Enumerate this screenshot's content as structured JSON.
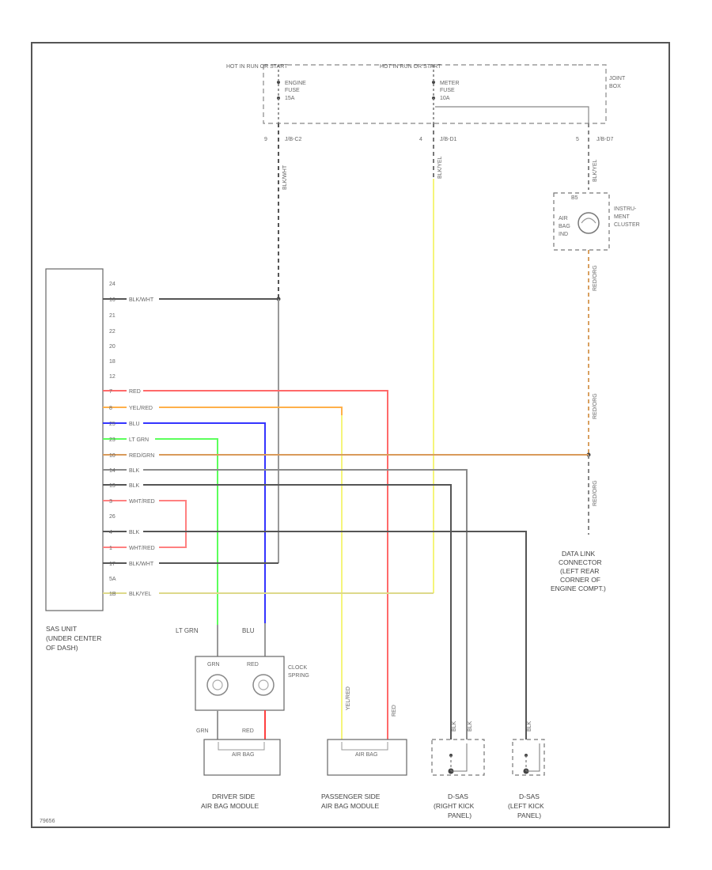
{
  "hot_labels": {
    "left": "HOT IN RUN OR START",
    "right": "HOT IN RUN OR START"
  },
  "fuses": {
    "engine": {
      "line1": "ENGINE",
      "line2": "FUSE",
      "line3": "15A"
    },
    "meter": {
      "line1": "METER",
      "line2": "FUSE",
      "line3": "10A"
    }
  },
  "joint_box": {
    "line1": "JOINT",
    "line2": "BOX"
  },
  "connectors_top": [
    {
      "pin": "9",
      "id": "J/B-C2"
    },
    {
      "pin": "4",
      "id": "J/B-D1"
    },
    {
      "pin": "5",
      "id": "J/B-D7"
    }
  ],
  "wire_tags_vertical": {
    "black": "BLK/WHT",
    "yellow": "BLK/YEL",
    "cluster_top": "BLK/YEL",
    "cluster_bottom": "RED/ORG",
    "dlc_upper": "RED/ORG",
    "dlc_lower": "RED/ORG",
    "lt_grn_mid": "LT GRN",
    "blu_mid": "BLU",
    "yel_red": "YEL/RED",
    "red": "RED"
  },
  "instrument_cluster": {
    "pin": "B5",
    "indicator": {
      "line1": "AIR",
      "line2": "BAG",
      "line3": "IND"
    },
    "label": {
      "line1": "INSTRU-",
      "line2": "MENT",
      "line3": "CLUSTER"
    }
  },
  "sas_unit": {
    "pins": [
      "24",
      "16",
      "21",
      "22",
      "20",
      "18",
      "12",
      "7",
      "8",
      "25",
      "23",
      "10",
      "14",
      "13",
      "3",
      "26",
      "4",
      "1",
      "17",
      "5A",
      "1B"
    ],
    "wires": [
      "",
      "BLK/WHT",
      "",
      "",
      "",
      "",
      "",
      "RED",
      "YEL/RED",
      "BLU",
      "LT GRN",
      "RED/GRN",
      "BLK",
      "BLK",
      "WHT/RED",
      "",
      "BLK",
      "WHT/RED",
      "BLK/WHT",
      "",
      "BLK/YEL"
    ],
    "label": {
      "line1": "SAS UNIT",
      "line2": "(UNDER CENTER",
      "line3": "OF DASH)"
    }
  },
  "clock_spring": {
    "label": {
      "line1": "CLOCK",
      "line2": "SPRING"
    },
    "top_left": "LT GRN",
    "top_right": "BLU",
    "inner_left": "GRN",
    "inner_right": "RED",
    "bottom_left": "GRN",
    "bottom_right": "RED"
  },
  "modules": {
    "driver": {
      "inner": "AIR BAG",
      "line1": "DRIVER SIDE",
      "line2": "AIR BAG MODULE"
    },
    "passenger": {
      "inner": "AIR BAG",
      "line1": "PASSENGER SIDE",
      "line2": "AIR BAG MODULE"
    }
  },
  "sensors": {
    "right": {
      "line1": "D-SAS",
      "line2": "(RIGHT KICK",
      "line3": "PANEL)",
      "w1": "BLK",
      "w2": "BLK"
    },
    "left": {
      "line1": "D-SAS",
      "line2": "(LEFT KICK",
      "line3": "PANEL)",
      "w1": "BLK"
    }
  },
  "data_link": {
    "line1": "DATA LINK",
    "line2": "CONNECTOR",
    "line3": "(LEFT REAR",
    "line4": "CORNER OF",
    "line5": "ENGINE COMPT.)"
  },
  "corner_code": "79656",
  "colors": {
    "red": "#ff6a6a",
    "orange": "#ffb04a",
    "blue": "#3434ff",
    "green": "#5cff5c",
    "brown": "#d99a5a",
    "yellow": "#f5f57a",
    "dark": "#555555",
    "gray": "#8a8a8a",
    "pink": "#ff8080"
  }
}
